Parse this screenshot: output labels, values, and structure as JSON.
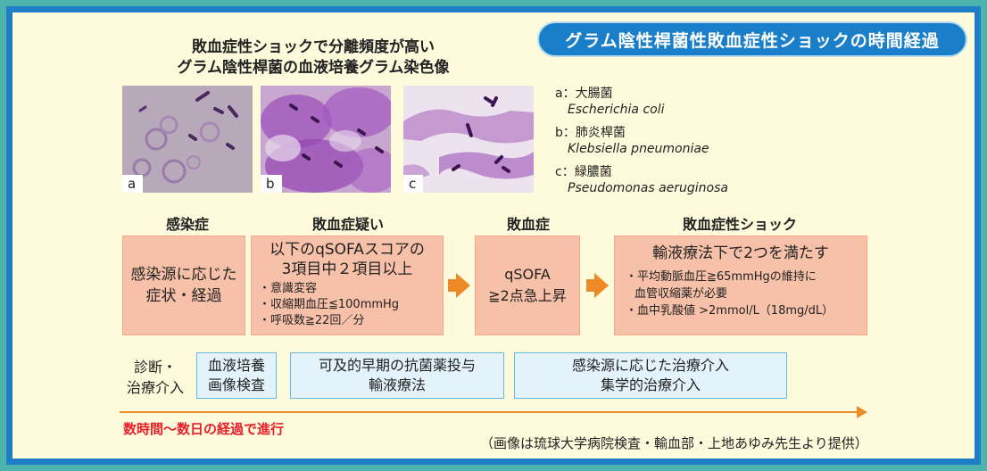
{
  "title": "グラム陰性桿菌性敗血症性ショックの時間経過",
  "image_heading": {
    "line1": "敗血症性ショックで分離頻度が高い",
    "line2": "グラム陰性桿菌の血液培養グラム染色像"
  },
  "photos": [
    {
      "label": "a"
    },
    {
      "label": "b"
    },
    {
      "label": "c"
    }
  ],
  "legend": [
    {
      "key": "a：大腸菌",
      "sci": "Escherichia coli"
    },
    {
      "key": "b：肺炎桿菌",
      "sci": "Klebsiella pneumoniae"
    },
    {
      "key": "c：緑膿菌",
      "sci": "Pseudomonas aeruginosa"
    }
  ],
  "stages": {
    "infection": {
      "label": "感染症",
      "box_line1": "感染源に応じた",
      "box_line2": "症状・経過"
    },
    "suspected_sepsis": {
      "label": "敗血症疑い",
      "box_line1": "以下のqSOFAスコアの",
      "box_line2": "3項目中２項目以上",
      "items": [
        "・意識変容",
        "・収縮期血圧≦100mmHg",
        "・呼吸数≧22回／分"
      ]
    },
    "sepsis": {
      "label": "敗血症",
      "box_line1": "qSOFA",
      "box_line2": "≧2点急上昇"
    },
    "septic_shock": {
      "label": "敗血症性ショック",
      "box_title": "輸液療法下で2つを満たす",
      "item1_line1": "・平均動脈血圧≧65mmHgの維持に",
      "item1_line2": "血管収縮薬が必要",
      "item2": "・血中乳酸値 >2mmol/L（18mg/dL）"
    }
  },
  "diagnosis": {
    "label_line1": "診断・",
    "label_line2": "治療介入",
    "box1_line1": "血液培養",
    "box1_line2": "画像検査",
    "box2_line1": "可及的早期の抗菌薬投与",
    "box2_line2": "輸液療法",
    "box3_line1": "感染源に応じた治療介入",
    "box3_line2": "集学的治療介入"
  },
  "timeline_label": "数時間〜数日の経過で進行",
  "credit": "（画像は琉球大学病院検査・輸血部・上地あゆみ先生より提供）",
  "colors": {
    "outer_border": "#4db3ad",
    "inner_border": "#1e7fc4",
    "background": "#fdfbdc",
    "stage_box": "#f7c0a8",
    "treatment_box": "#e4f3fb",
    "arrow": "#ed8a25",
    "timeline_text": "#e8202a"
  }
}
